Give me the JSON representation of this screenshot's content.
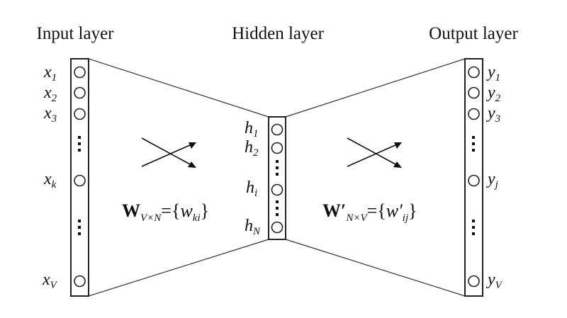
{
  "titles": {
    "input": "Input layer",
    "hidden": "Hidden layer",
    "output": "Output layer"
  },
  "input_labels": [
    {
      "base": "x",
      "sub": "1"
    },
    {
      "base": "x",
      "sub": "2"
    },
    {
      "base": "x",
      "sub": "3"
    },
    {
      "base": "x",
      "sub": "k"
    },
    {
      "base": "x",
      "sub": "V"
    }
  ],
  "hidden_labels": [
    {
      "base": "h",
      "sub": "1"
    },
    {
      "base": "h",
      "sub": "2"
    },
    {
      "base": "h",
      "sub": "i"
    },
    {
      "base": "h",
      "sub": "N"
    }
  ],
  "output_labels": [
    {
      "base": "y",
      "sub": "1"
    },
    {
      "base": "y",
      "sub": "2"
    },
    {
      "base": "y",
      "sub": "3"
    },
    {
      "base": "y",
      "sub": "j"
    },
    {
      "base": "y",
      "sub": "V"
    }
  ],
  "weights_left": {
    "symbol": "W",
    "sub": "V×N",
    "eq": "={",
    "elem": "w",
    "elem_sub": "ki",
    "close": "}"
  },
  "weights_right": {
    "symbol": "W′",
    "sub": "N×V",
    "eq": "={",
    "elem": "w′",
    "elem_sub": "ij",
    "close": "}"
  }
}
